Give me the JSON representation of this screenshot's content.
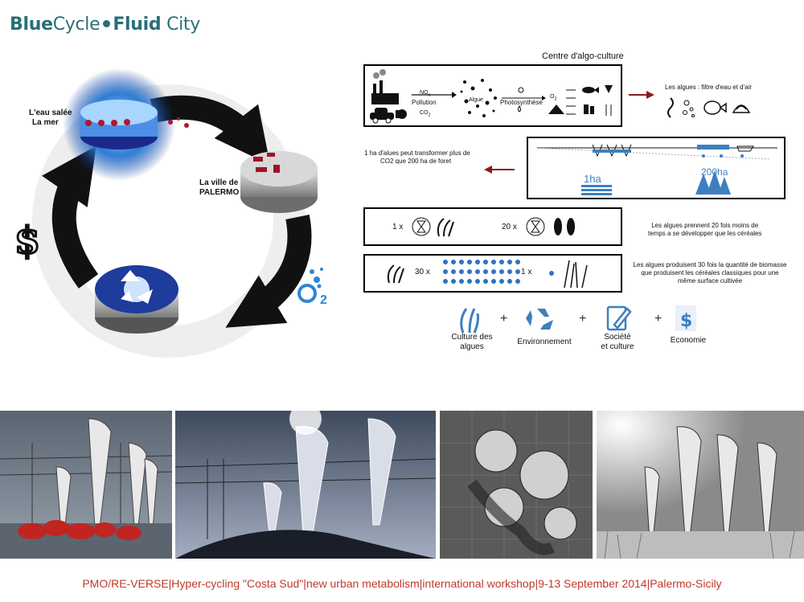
{
  "header": {
    "brand_part1": "Blue",
    "brand_part2": "Cycle",
    "brand_part3": "Fluid",
    "brand_part4": "City",
    "brand_color": "#2a6f76"
  },
  "cycle": {
    "sea_label_line1": "L'eau salée",
    "sea_label_line2": "La mer",
    "city_label_line1": "La ville de",
    "city_label_line2": "PALERMO",
    "dollar_symbol": "$",
    "o2_subscript": "2",
    "icons": [
      "dollar-icon",
      "oxygen-bubbles-icon",
      "recycle-icon"
    ]
  },
  "algae_center": {
    "title": "Centre d'algo-culture",
    "process": {
      "nox_label": "NO",
      "nox_sub": "x",
      "pollution_label": "Pollution",
      "co2_label": "CO",
      "co2_sub": "2",
      "algae_label": "Algue",
      "photosynthesis_label": "Photosynthèse",
      "o2_label": "O",
      "o2_sub": "2"
    },
    "filter_caption": "Les algues : filtre d'eau et d'air",
    "hectare_caption_line1": "1 ha d'alues peut transformer plus de",
    "hectare_caption_line2": "CO2 que 200 ha de foret",
    "algae_area": "1ha",
    "forest_area": "200ha",
    "growth": {
      "algae_factor": "1 x",
      "cereal_factor": "20 x",
      "caption_line1": "Les algues prennent 20 fois moins de",
      "caption_line2": "temps a se développer que les céréales"
    },
    "water": {
      "algae_factor": "30 x",
      "cereal_factor": "1 x",
      "caption_line1": "Les algues produisent 30 fois la quantité de biomasse",
      "caption_line2": "que produisent les céréales classiques pour une",
      "caption_line3": "même surface cultivée"
    },
    "pillars": [
      {
        "label_line1": "Culture des",
        "label_line2": "algues",
        "icon": "algae-icon"
      },
      {
        "label_line1": "Environnement",
        "label_line2": "",
        "icon": "recycle-icon"
      },
      {
        "label_line1": "Société",
        "label_line2": "et culture",
        "icon": "edit-document-icon"
      },
      {
        "label_line1": "Economie",
        "label_line2": "",
        "icon": "dollar-icon"
      }
    ],
    "plus_sign": "+",
    "arrow_color": "#8b1a1a",
    "pillar_color": "#3d7fbf"
  },
  "footer": {
    "text": "PMO/RE-VERSE|Hyper-cycling \"Costa Sud\"|new urban metabolism|international workshop|9-13 September 2014|Palermo-Sicily",
    "color": "#c0392b"
  }
}
